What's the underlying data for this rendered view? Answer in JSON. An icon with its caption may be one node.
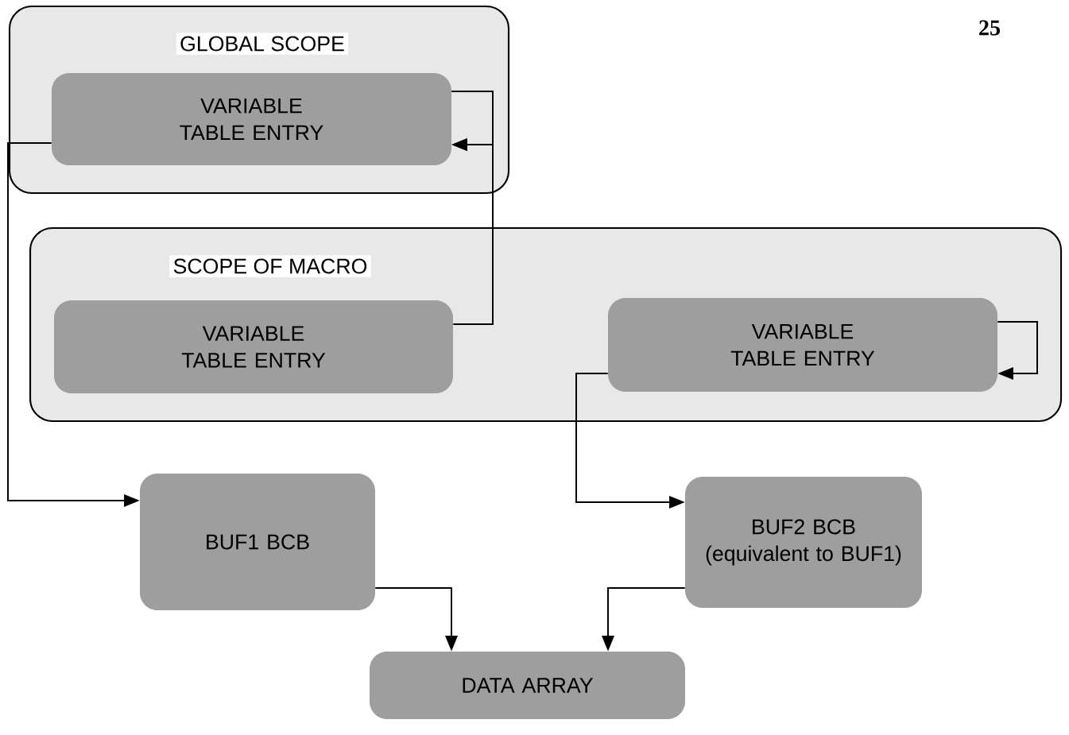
{
  "diagram": {
    "nodes": [
      {
        "text": [
          "GLOBAL SCOPE"
        ]
      },
      {
        "text": [
          "VARIABLE TABLE ENTRY"
        ],
        "in": 0
      },
      {
        "text": [
          "SCOPE OF MACRO"
        ]
      },
      {
        "text": [
          "VARIABLE TABLE ENTRY"
        ],
        "in": 2
      },
      {
        "text": [
          "VARIABLE TABLE ENTRY"
        ],
        "in": 2
      },
      {
        "text": [
          "BUF1 BCB"
        ]
      },
      {
        "text": [
          "BUF2 BCB (equivalent to BUF1)"
        ]
      },
      {
        "text": [
          "DATA ARRAY"
        ]
      }
    ],
    "edges": [
      {
        "from": 1,
        "to": 1,
        "arrow": "to"
      },
      {
        "from": 3,
        "to": 1,
        "arrow": "to"
      },
      {
        "from": 1,
        "to": 5,
        "arrow": "to"
      },
      {
        "from": 4,
        "to": 4,
        "arrow": "to"
      },
      {
        "from": 4,
        "to": 6,
        "arrow": "to"
      },
      {
        "from": 5,
        "to": 7,
        "arrow": "to"
      },
      {
        "from": 6,
        "to": 7,
        "arrow": "to"
      }
    ],
    "labels": [
      "25"
    ]
  }
}
